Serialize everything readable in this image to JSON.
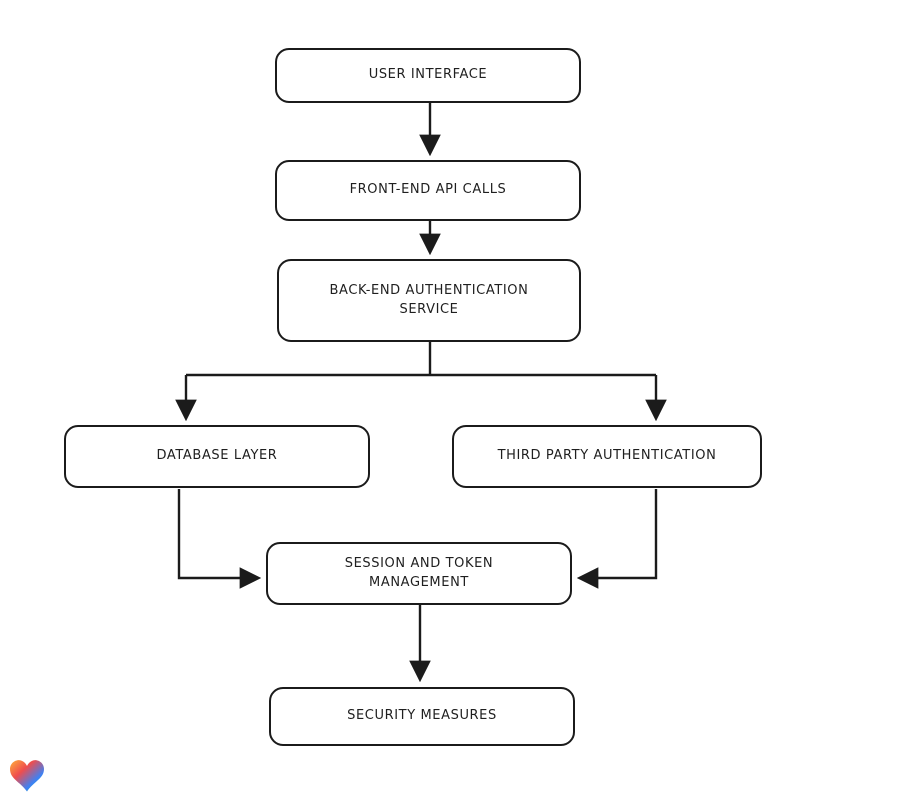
{
  "diagram": {
    "type": "flowchart",
    "nodes": [
      {
        "id": "user-interface",
        "label": "USER INTERFACE"
      },
      {
        "id": "frontend-api-calls",
        "label": "FRONT-END API CALLS"
      },
      {
        "id": "backend-auth-service",
        "label": "BACK-END AUTHENTICATION\nSERVICE"
      },
      {
        "id": "database-layer",
        "label": "DATABASE LAYER"
      },
      {
        "id": "third-party-authentication",
        "label": "THIRD PARTY AUTHENTICATION"
      },
      {
        "id": "session-token-management",
        "label": "SESSION AND TOKEN\nMANAGEMENT"
      },
      {
        "id": "security-measures",
        "label": "SECURITY MEASURES"
      }
    ],
    "edges": [
      {
        "from": "user-interface",
        "to": "frontend-api-calls"
      },
      {
        "from": "frontend-api-calls",
        "to": "backend-auth-service"
      },
      {
        "from": "backend-auth-service",
        "to": "database-layer"
      },
      {
        "from": "backend-auth-service",
        "to": "third-party-authentication"
      },
      {
        "from": "database-layer",
        "to": "session-token-management"
      },
      {
        "from": "third-party-authentication",
        "to": "session-token-management"
      },
      {
        "from": "session-token-management",
        "to": "security-measures"
      }
    ],
    "colors": {
      "stroke": "#1b1b1b",
      "node_fill": "#ffffff",
      "background": "#ffffff"
    }
  },
  "logo": {
    "name": "heart-logo",
    "colors": [
      "#ffb03a",
      "#ef4d4d",
      "#3b82f6",
      "#22c55e"
    ]
  }
}
